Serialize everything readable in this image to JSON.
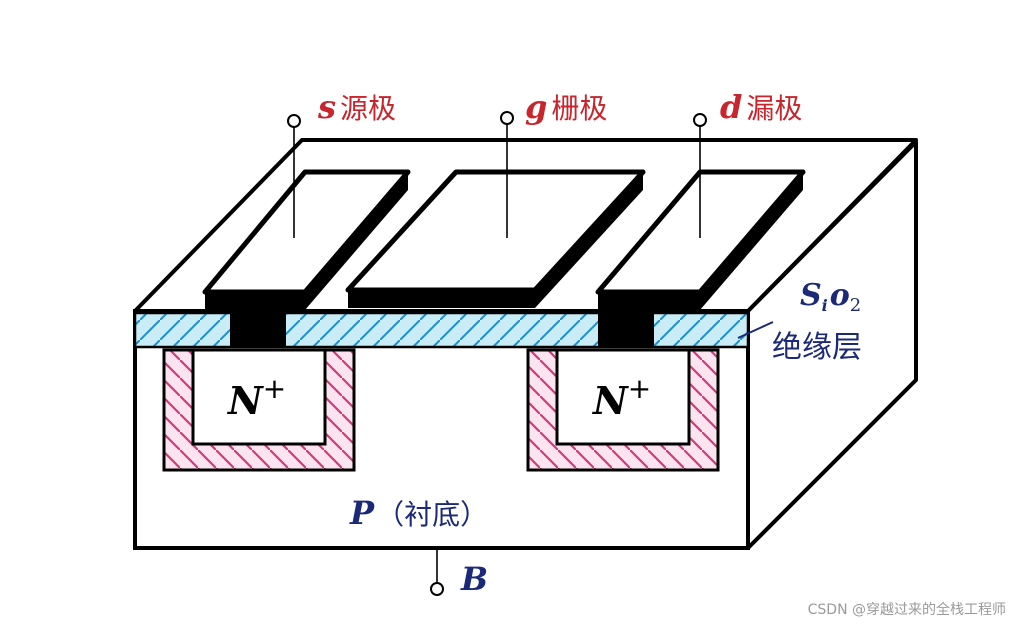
{
  "diagram": {
    "terminals": {
      "source": {
        "letter": "s",
        "label": "源极"
      },
      "gate": {
        "letter": "g",
        "label": "栅极"
      },
      "drain": {
        "letter": "d",
        "label": "漏极"
      },
      "body": {
        "letter": "B"
      }
    },
    "regions": {
      "left_doped": "N",
      "right_doped": "N",
      "superscript": "+",
      "substrate_letter": "P",
      "substrate_note": "（衬底）"
    },
    "oxide": {
      "formula_main": "S",
      "formula_sub1": "i",
      "formula_mid": "o",
      "formula_sub2": "2",
      "label": "绝缘层"
    },
    "colors": {
      "oxide_fill": "#c9ecf6",
      "oxide_hatch": "#1a8fd0",
      "depletion_fill": "#fbe3ef",
      "depletion_hatch": "#d13a7a",
      "label_red": "#c8252c",
      "label_navy": "#1b2a78"
    }
  },
  "watermark": "CSDN @穿越过来的全栈工程师"
}
